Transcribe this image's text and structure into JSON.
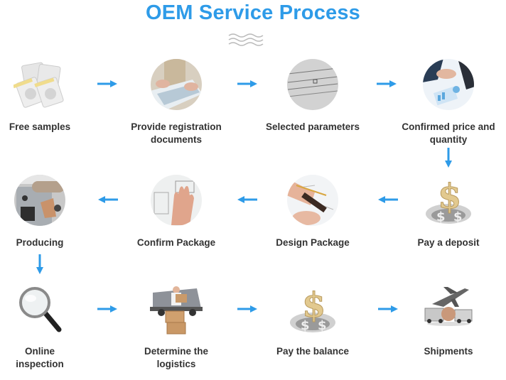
{
  "title": "OEM Service Process",
  "colors": {
    "accent": "#2e9be8",
    "text": "#333333"
  },
  "steps": [
    {
      "label": "Free samples",
      "icon": "patch-samples-icon"
    },
    {
      "label": "Provide registration documents",
      "icon": "documents-photo-icon"
    },
    {
      "label": "Selected parameters",
      "icon": "form-parameters-icon"
    },
    {
      "label": "Confirmed price and quantity",
      "icon": "handshake-icon"
    },
    {
      "label": "Pay a deposit",
      "icon": "dollar-icon"
    },
    {
      "label": "Design Package",
      "icon": "design-drawing-icon"
    },
    {
      "label": "Confirm Package",
      "icon": "package-sketch-icon"
    },
    {
      "label": "Producing",
      "icon": "machine-icon"
    },
    {
      "label": "Online inspection",
      "icon": "magnifier-icon"
    },
    {
      "label": "Determine the logistics",
      "icon": "delivery-boxes-icon"
    },
    {
      "label": "Pay the balance",
      "icon": "dollar-icon"
    },
    {
      "label": "Shipments",
      "icon": "shipping-plane-truck-icon"
    }
  ]
}
